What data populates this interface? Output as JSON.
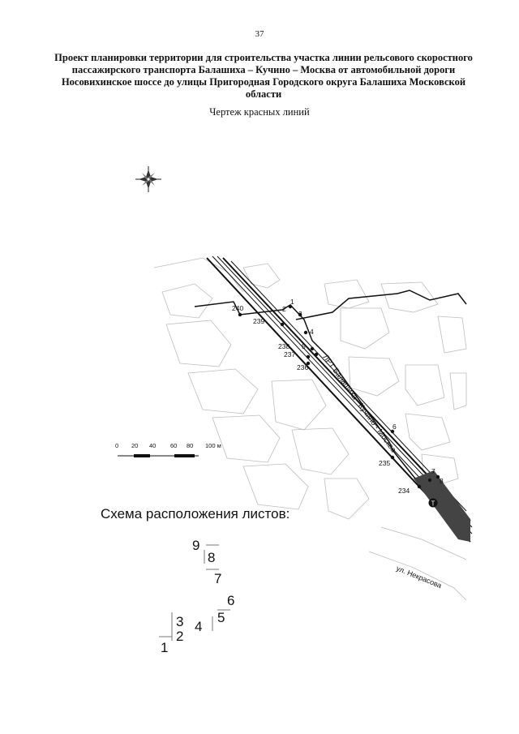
{
  "page_number": "37",
  "title": "Проект планировки территории для строительства участка линии рельсового скоростного пассажирского транспорта Балашиха – Кучино – Москва от автомобильной дороги Носовихинское шоссе до улицы Пригородная Городского округа Балашиха Московской области",
  "subtitle": "Чертеж красных линий",
  "map": {
    "route_label": "ЛРТ Балашиха - Кучино - Москва",
    "street_label": "ул. Некрасова",
    "point_labels": [
      "1",
      "2",
      "3",
      "4",
      "5",
      "6",
      "7",
      "8",
      "234",
      "235",
      "236",
      "237",
      "238",
      "239",
      "240"
    ],
    "scale_labels": [
      "0",
      "20",
      "40",
      "60",
      "80",
      "100 м"
    ],
    "marker_letter": "Т"
  },
  "scheme": {
    "title": "Схема расположения листов:",
    "sheets": [
      "9",
      "8",
      "7",
      "6",
      "5",
      "4",
      "3",
      "2",
      "1"
    ]
  }
}
